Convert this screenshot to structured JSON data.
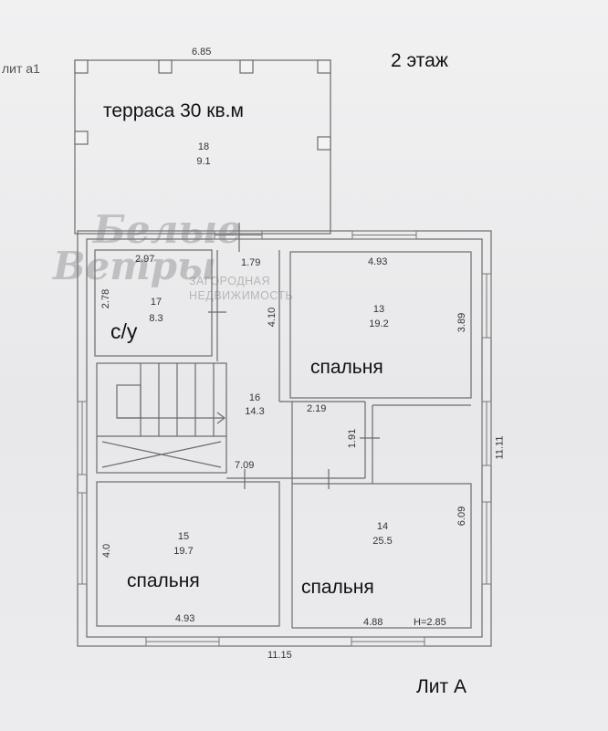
{
  "header": {
    "floor_title": "2 этаж",
    "lit_a1": "лит а1",
    "lit_a": "Лит А"
  },
  "watermark": {
    "logo_line1": "Белые",
    "logo_line2": "Ветры",
    "line1": "ЗАГОРОДНАЯ",
    "line2": "НЕДВИЖИМОСТЬ"
  },
  "terrace": {
    "width_dim": "6.85",
    "caption": "терраса  30 кв.м",
    "room_number": "18",
    "area": "9.1"
  },
  "rooms": {
    "bathroom": {
      "number": "17",
      "area": "8.3",
      "label": "с/у",
      "dim_w": "2.97",
      "dim_h": "2.78"
    },
    "hall": {
      "number": "16",
      "area": "14.3",
      "dim_top": "1.79",
      "dim_side": "4.10",
      "dim_mid": "2.19",
      "dim_v": "1.91",
      "dim_bottom": "7.09"
    },
    "bedroom13": {
      "number": "13",
      "area": "19.2",
      "label": "спальня",
      "dim_w": "4.93",
      "dim_h": "3.89"
    },
    "bedroom14": {
      "number": "14",
      "area": "25.5",
      "label": "спальня",
      "dim_w": "4.88",
      "dim_h": "6.09",
      "height": "H=2.85"
    },
    "bedroom15": {
      "number": "15",
      "area": "19.7",
      "label": "спальня",
      "dim_w": "4.93",
      "dim_h": "4.0"
    }
  },
  "outer": {
    "width": "11.15",
    "depth": "11.11"
  }
}
